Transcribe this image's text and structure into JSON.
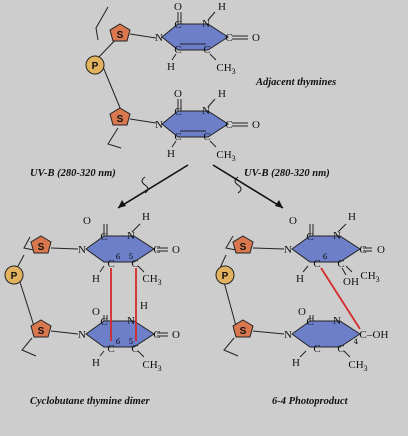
{
  "colors": {
    "background": "#cdcdcd",
    "ring_fill": "#6d7fc9",
    "sugar_fill": "#d9784e",
    "phosphate_fill": "#e3b25e",
    "bond_highlight": "#d42a2a"
  },
  "labels": {
    "adjacent_thymines": "Adjacent thymines",
    "uvb_left": "UV-B (280-320 nm)",
    "uvb_right": "UV-B (280-320 nm)",
    "cyclobutane": "Cyclobutane thymine dimer",
    "photoproduct": "6-4 Photoproduct"
  },
  "atoms": {
    "carbon": "C",
    "nitrogen": "N",
    "oxygen": "O",
    "hydrogen": "H",
    "methyl": "CH",
    "methyl_sub": "3",
    "hydroxyl": "OH",
    "hydroxyl_right": "–OH",
    "sugar": "S",
    "phosphate": "P",
    "pos6": "6",
    "pos5": "5",
    "pos4": "4"
  }
}
